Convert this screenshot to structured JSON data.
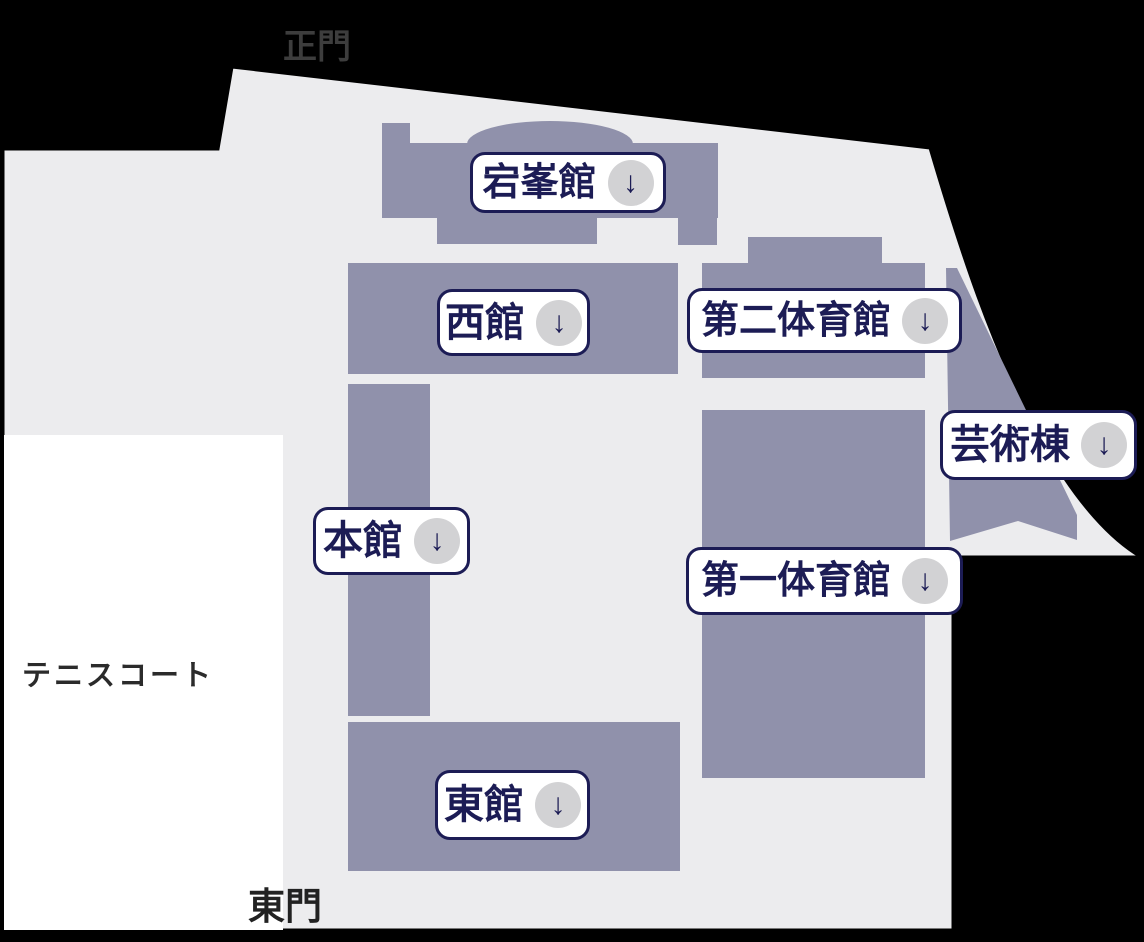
{
  "gates": {
    "main_gate": "正門",
    "east_gate": "東門"
  },
  "areas": {
    "tennis_court": "テニスコート"
  },
  "buildings": [
    {
      "label": "宕峯館"
    },
    {
      "label": "西館"
    },
    {
      "label": "第二体育館"
    },
    {
      "label": "芸術棟"
    },
    {
      "label": "本館"
    },
    {
      "label": "第一体育館"
    },
    {
      "label": "東館"
    }
  ],
  "icons": {
    "download_arrow": "↓"
  },
  "colors": {
    "background": "#000000",
    "campus_ground": "#ececee",
    "building": "#9091ab",
    "tennis_court": "#ffffff",
    "label_ink": "#1c1c55",
    "label_bg": "#ffffff",
    "icon_circle": "#d2d2d4",
    "main_gate_text": "#3d3d3d",
    "east_gate_text": "#222222",
    "tennis_text": "#2b2b2b"
  }
}
